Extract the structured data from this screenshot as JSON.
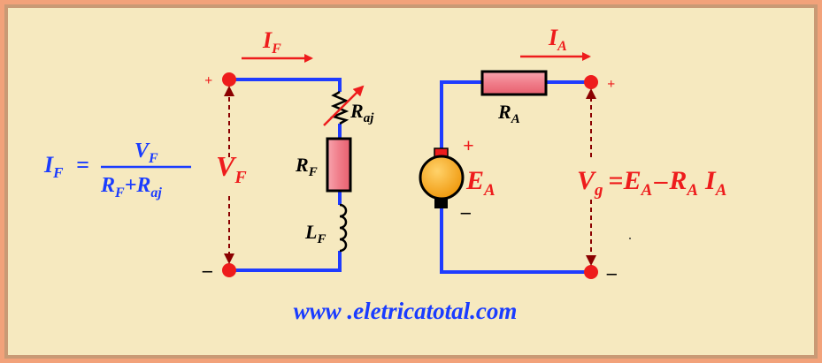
{
  "colors": {
    "background": "#f6e9bf",
    "frame_outer": "#f3a77e",
    "frame_inner": "#c99a75",
    "wire": "#1f3cff",
    "black_wire": "#000000",
    "red": "#ee1c1c",
    "dark_red": "#8b0000",
    "blue_text": "#1a3cff",
    "resistor_fill": "#f07d8a",
    "motor_fill": "#f4a21b"
  },
  "field_circuit": {
    "current": {
      "base": "I",
      "sub": "F"
    },
    "voltage": {
      "base": "V",
      "sub": "F"
    },
    "plus_sign": "+",
    "minus_sign": "–",
    "rheostat": {
      "base": "R",
      "sub": "aj"
    },
    "field_resistor": {
      "base": "R",
      "sub": "F"
    },
    "field_inductor": {
      "base": "L",
      "sub": "F"
    }
  },
  "formula_left": {
    "lhs": {
      "base": "I",
      "sub": "F"
    },
    "equals": "=",
    "numerator": {
      "base": "V",
      "sub": "F"
    },
    "den1": {
      "base": "R",
      "sub": "F"
    },
    "plus": "+",
    "den2": {
      "base": "R",
      "sub": "aj"
    }
  },
  "armature_circuit": {
    "current": {
      "base": "I",
      "sub": "A"
    },
    "resistor": {
      "base": "R",
      "sub": "A"
    },
    "emf": {
      "base": "E",
      "sub": "A"
    },
    "plus_sign": "+",
    "minus_sign": "–",
    "terminal_plus": "+",
    "terminal_minus": "–"
  },
  "formula_right": {
    "lhs": {
      "base": "V",
      "sub": "g"
    },
    "equals": "=",
    "t1": {
      "base": "E",
      "sub": "A"
    },
    "minus": "–",
    "t2": {
      "base": "R",
      "sub": "A"
    },
    "t3": {
      "base": "I",
      "sub": "A"
    }
  },
  "website": "www .eletricatotal.com"
}
